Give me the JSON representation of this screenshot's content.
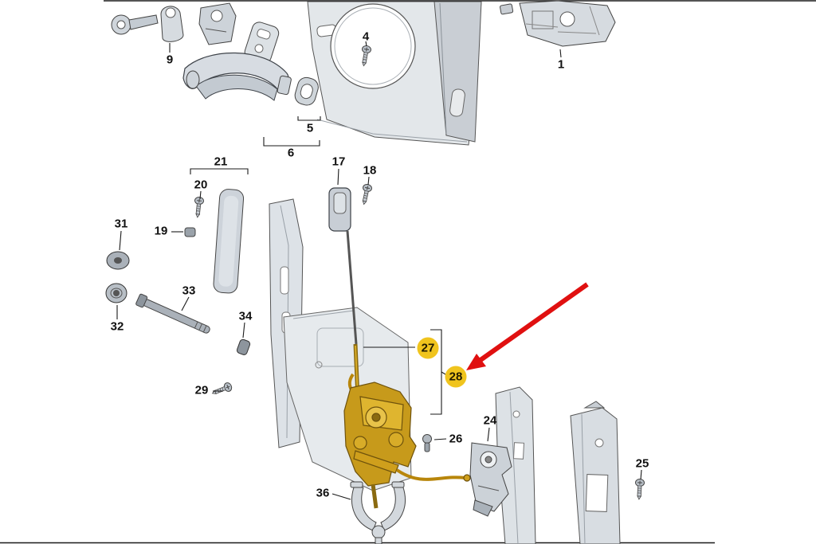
{
  "diagram": {
    "type": "exploded-parts-diagram",
    "subject": "vehicle door lock and handle mechanism parts diagram",
    "colors": {
      "highlight_part": "#c79a1b",
      "label_badge": "#f0c41d",
      "arrow": "#e01010",
      "panel_fill": "#e3e7ea",
      "line": "#3a3f46"
    },
    "annotations": {
      "arrow": {
        "color": "#e01010",
        "points_to": "28"
      },
      "highlighted_labels": [
        "27",
        "28"
      ]
    },
    "labels": [
      {
        "id": "9",
        "highlighted": false
      },
      {
        "id": "4",
        "highlighted": false
      },
      {
        "id": "5",
        "highlighted": false
      },
      {
        "id": "6",
        "highlighted": false
      },
      {
        "id": "1",
        "highlighted": false
      },
      {
        "id": "21",
        "highlighted": false
      },
      {
        "id": "20",
        "highlighted": false
      },
      {
        "id": "17",
        "highlighted": false
      },
      {
        "id": "18",
        "highlighted": false
      },
      {
        "id": "19",
        "highlighted": false
      },
      {
        "id": "31",
        "highlighted": false
      },
      {
        "id": "32",
        "highlighted": false
      },
      {
        "id": "33",
        "highlighted": false
      },
      {
        "id": "34",
        "highlighted": false
      },
      {
        "id": "29",
        "highlighted": false
      },
      {
        "id": "27",
        "highlighted": true
      },
      {
        "id": "28",
        "highlighted": true
      },
      {
        "id": "26",
        "highlighted": false
      },
      {
        "id": "24",
        "highlighted": false
      },
      {
        "id": "25",
        "highlighted": false
      },
      {
        "id": "36",
        "highlighted": false
      }
    ]
  }
}
